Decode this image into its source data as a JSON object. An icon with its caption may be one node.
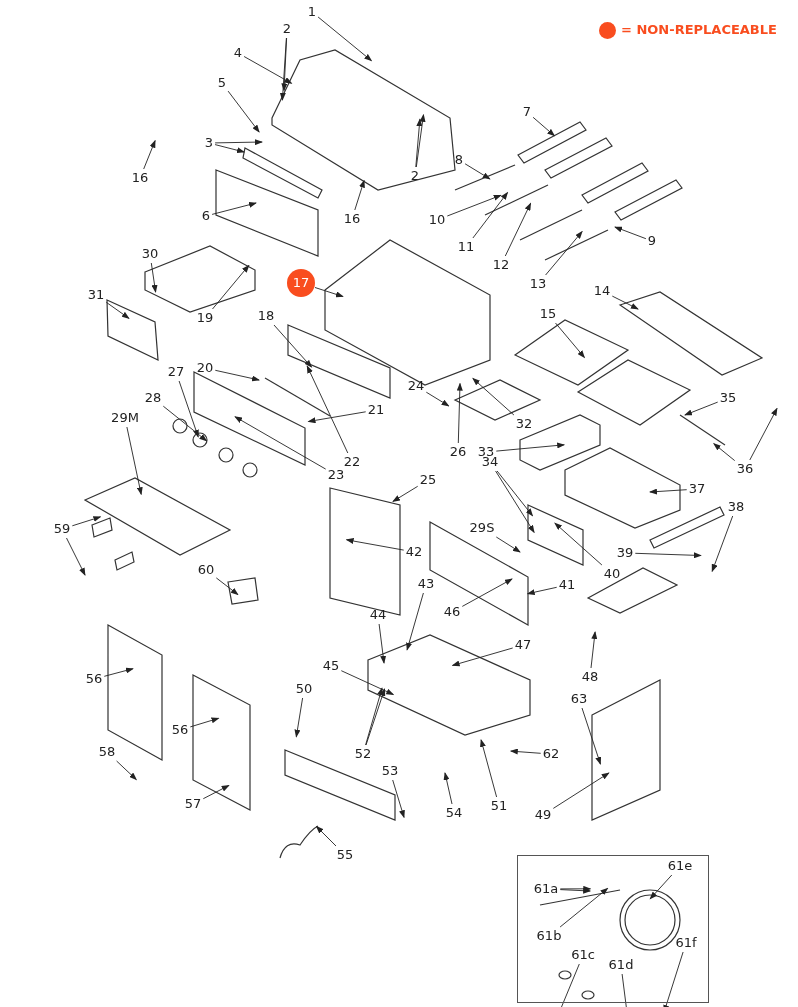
{
  "diagram": {
    "nodes": [
      {
        "text": [
          "1"
        ]
      },
      {
        "text": [
          "2"
        ]
      },
      {
        "text": [
          "4"
        ]
      },
      {
        "text": [
          "5"
        ]
      },
      {
        "text": [
          "3"
        ]
      },
      {
        "text": [
          "16"
        ]
      },
      {
        "text": [
          "6"
        ]
      },
      {
        "text": [
          "16"
        ]
      },
      {
        "text": [
          "7"
        ]
      },
      {
        "text": [
          "8"
        ]
      },
      {
        "text": [
          "2"
        ]
      },
      {
        "text": [
          "10"
        ]
      },
      {
        "text": [
          "11"
        ]
      },
      {
        "text": [
          "9"
        ]
      },
      {
        "text": [
          "12"
        ]
      },
      {
        "text": [
          "13"
        ]
      },
      {
        "text": [
          "30"
        ]
      },
      {
        "text": [
          "17"
        ]
      },
      {
        "text": [
          "14"
        ]
      },
      {
        "text": [
          "31"
        ]
      },
      {
        "text": [
          "15"
        ]
      },
      {
        "text": [
          "18"
        ]
      },
      {
        "text": [
          "19"
        ]
      },
      {
        "text": [
          "20"
        ]
      },
      {
        "text": [
          "27"
        ]
      },
      {
        "text": [
          "28"
        ]
      },
      {
        "text": [
          "35"
        ]
      },
      {
        "text": [
          "29M"
        ]
      },
      {
        "text": [
          "21"
        ]
      },
      {
        "text": [
          "24"
        ]
      },
      {
        "text": [
          "32"
        ]
      },
      {
        "text": [
          "33"
        ]
      },
      {
        "text": [
          "26"
        ]
      },
      {
        "text": [
          "22"
        ]
      },
      {
        "text": [
          "25"
        ]
      },
      {
        "text": [
          "36"
        ]
      },
      {
        "text": [
          "34"
        ]
      },
      {
        "text": [
          "23"
        ]
      },
      {
        "text": [
          "37"
        ]
      },
      {
        "text": [
          "38"
        ]
      },
      {
        "text": [
          "59"
        ]
      },
      {
        "text": [
          "29S"
        ]
      },
      {
        "text": [
          "42"
        ]
      },
      {
        "text": [
          "39"
        ]
      },
      {
        "text": [
          "60"
        ]
      },
      {
        "text": [
          "40"
        ]
      },
      {
        "text": [
          "43"
        ]
      },
      {
        "text": [
          "41"
        ]
      },
      {
        "text": [
          "46"
        ]
      },
      {
        "text": [
          "44"
        ]
      },
      {
        "text": [
          "47"
        ]
      },
      {
        "text": [
          "45"
        ]
      },
      {
        "text": [
          "48"
        ]
      },
      {
        "text": [
          "56"
        ]
      },
      {
        "text": [
          "50"
        ]
      },
      {
        "text": [
          "63"
        ]
      },
      {
        "text": [
          "56"
        ]
      },
      {
        "text": [
          "58"
        ]
      },
      {
        "text": [
          "52"
        ]
      },
      {
        "text": [
          "62"
        ]
      },
      {
        "text": [
          "53"
        ]
      },
      {
        "text": [
          "57"
        ]
      },
      {
        "text": [
          "51"
        ]
      },
      {
        "text": [
          "54"
        ]
      },
      {
        "text": [
          "49"
        ]
      },
      {
        "text": [
          "55"
        ]
      },
      {
        "text": [],
        "shape": "box"
      },
      {
        "text": [
          "61e"
        ],
        "in": 66
      },
      {
        "text": [
          "61a"
        ],
        "in": 66
      },
      {
        "text": [
          "61b"
        ],
        "in": 66
      },
      {
        "text": [
          "61f"
        ],
        "in": 66
      },
      {
        "text": [
          "61c"
        ],
        "in": 66
      },
      {
        "text": [
          "61d"
        ],
        "in": 66
      }
    ],
    "edges": [
      {
        "from": 0,
        "to": null,
        "arrow": "to"
      },
      {
        "from": 1,
        "to": null,
        "arrow": "to"
      },
      {
        "from": 1,
        "to": null,
        "arrow": "to"
      },
      {
        "from": 2,
        "to": null,
        "arrow": "to"
      },
      {
        "from": 3,
        "to": null,
        "arrow": "to"
      },
      {
        "from": 4,
        "to": null,
        "arrow": "to"
      },
      {
        "from": 4,
        "to": null,
        "arrow": "to"
      },
      {
        "from": 5,
        "to": null,
        "arrow": "to"
      },
      {
        "from": 6,
        "to": null,
        "arrow": "to"
      },
      {
        "from": 7,
        "to": null,
        "arrow": "to"
      },
      {
        "from": 8,
        "to": null,
        "arrow": "to"
      },
      {
        "from": 9,
        "to": null,
        "arrow": "to"
      },
      {
        "from": 10,
        "to": null,
        "arrow": "to"
      },
      {
        "from": 10,
        "to": null,
        "arrow": "to"
      },
      {
        "from": 11,
        "to": null,
        "arrow": "to"
      },
      {
        "from": 12,
        "to": null,
        "arrow": "to"
      },
      {
        "from": 13,
        "to": null,
        "arrow": "to"
      },
      {
        "from": 14,
        "to": null,
        "arrow": "to"
      },
      {
        "from": 15,
        "to": null,
        "arrow": "to"
      },
      {
        "from": 16,
        "to": null,
        "arrow": "to"
      },
      {
        "from": 17,
        "to": null,
        "arrow": "to"
      },
      {
        "from": 18,
        "to": null,
        "arrow": "to"
      },
      {
        "from": 19,
        "to": null,
        "arrow": "to"
      },
      {
        "from": 20,
        "to": null,
        "arrow": "to"
      },
      {
        "from": 21,
        "to": null,
        "arrow": "to"
      },
      {
        "from": 22,
        "to": null,
        "arrow": "to"
      },
      {
        "from": 23,
        "to": null,
        "arrow": "to"
      },
      {
        "from": 24,
        "to": null,
        "arrow": "to"
      },
      {
        "from": 25,
        "to": null,
        "arrow": "to"
      },
      {
        "from": 26,
        "to": null,
        "arrow": "to"
      },
      {
        "from": 27,
        "to": null,
        "arrow": "to"
      },
      {
        "from": 28,
        "to": null,
        "arrow": "to"
      },
      {
        "from": 29,
        "to": null,
        "arrow": "to"
      },
      {
        "from": 30,
        "to": null,
        "arrow": "to"
      },
      {
        "from": 31,
        "to": null,
        "arrow": "to"
      },
      {
        "from": 32,
        "to": null,
        "arrow": "to"
      },
      {
        "from": 33,
        "to": null,
        "arrow": "to"
      },
      {
        "from": 34,
        "to": null,
        "arrow": "to"
      },
      {
        "from": 35,
        "to": null,
        "arrow": "to"
      },
      {
        "from": 35,
        "to": null,
        "arrow": "to"
      },
      {
        "from": 36,
        "to": null,
        "arrow": "to"
      },
      {
        "from": 36,
        "to": null,
        "arrow": "to"
      },
      {
        "from": 37,
        "to": null,
        "arrow": "to"
      },
      {
        "from": 38,
        "to": null,
        "arrow": "to"
      },
      {
        "from": 39,
        "to": null,
        "arrow": "to"
      },
      {
        "from": 40,
        "to": null,
        "arrow": "to"
      },
      {
        "from": 40,
        "to": null,
        "arrow": "to"
      },
      {
        "from": 41,
        "to": null,
        "arrow": "to"
      },
      {
        "from": 42,
        "to": null,
        "arrow": "to"
      },
      {
        "from": 43,
        "to": null,
        "arrow": "to"
      },
      {
        "from": 44,
        "to": null,
        "arrow": "to"
      },
      {
        "from": 45,
        "to": null,
        "arrow": "to"
      },
      {
        "from": 46,
        "to": null,
        "arrow": "to"
      },
      {
        "from": 47,
        "to": null,
        "arrow": "to"
      },
      {
        "from": 48,
        "to": null,
        "arrow": "to"
      },
      {
        "from": 49,
        "to": null,
        "arrow": "to"
      },
      {
        "from": 50,
        "to": null,
        "arrow": "to"
      },
      {
        "from": 51,
        "to": null,
        "arrow": "to"
      },
      {
        "from": 52,
        "to": null,
        "arrow": "to"
      },
      {
        "from": 53,
        "to": null,
        "arrow": "to"
      },
      {
        "from": 54,
        "to": null,
        "arrow": "to"
      },
      {
        "from": 55,
        "to": null,
        "arrow": "to"
      },
      {
        "from": 56,
        "to": null,
        "arrow": "to"
      },
      {
        "from": 57,
        "to": null,
        "arrow": "to"
      },
      {
        "from": 58,
        "to": null,
        "arrow": "to"
      },
      {
        "from": 58,
        "to": null,
        "arrow": "to"
      },
      {
        "from": 59,
        "to": null,
        "arrow": "to"
      },
      {
        "from": 60,
        "to": null,
        "arrow": "to"
      },
      {
        "from": 61,
        "to": null,
        "arrow": "to"
      },
      {
        "from": 62,
        "to": null,
        "arrow": "to"
      },
      {
        "from": 63,
        "to": null,
        "arrow": "to"
      },
      {
        "from": 64,
        "to": null,
        "arrow": "to"
      },
      {
        "from": 65,
        "to": null,
        "arrow": "to"
      },
      {
        "from": 67,
        "to": null,
        "arrow": "to"
      },
      {
        "from": 68,
        "to": null,
        "arrow": "to"
      },
      {
        "from": 68,
        "to": null,
        "arrow": "to"
      },
      {
        "from": 69,
        "to": null,
        "arrow": "to"
      },
      {
        "from": 70,
        "to": null,
        "arrow": "to"
      },
      {
        "from": 71,
        "to": null,
        "arrow": "to"
      },
      {
        "from": 72,
        "to": null,
        "arrow": "to"
      }
    ],
    "legend": [
      {
        "text": "= NON-REPLACEABLE",
        "color": "#f94d1f"
      }
    ]
  }
}
